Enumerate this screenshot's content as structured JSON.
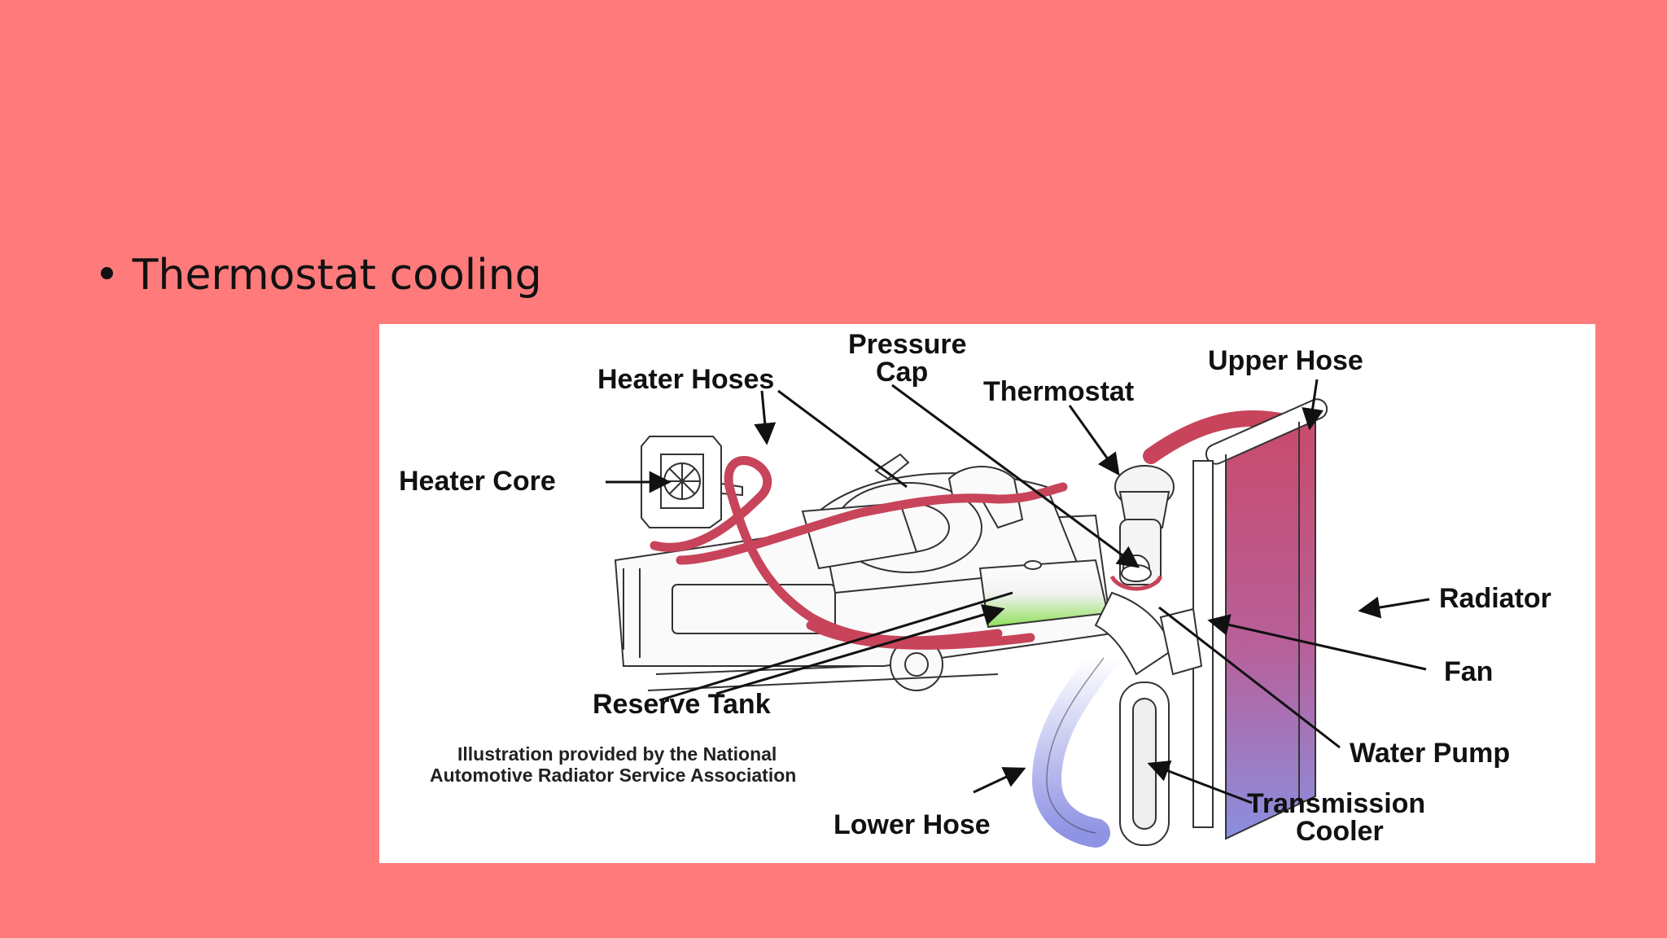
{
  "slide": {
    "bullet": "Thermostat cooling"
  },
  "diagram": {
    "labels": {
      "heater_hoses": "Heater Hoses",
      "pressure_cap_1": "Pressure",
      "pressure_cap_2": "Cap",
      "thermostat": "Thermostat",
      "upper_hose": "Upper Hose",
      "heater_core": "Heater Core",
      "radiator": "Radiator",
      "fan": "Fan",
      "water_pump": "Water Pump",
      "reserve_tank": "Reserve Tank",
      "transmission_cooler_1": "Transmission",
      "transmission_cooler_2": "Cooler",
      "lower_hose": "Lower Hose"
    },
    "credit": {
      "line1": "Illustration provided by the National",
      "line2": "Automotive Radiator Service Association"
    }
  },
  "colors": {
    "background": "#ff7b7b",
    "hose": "#c8445a",
    "radiator_top": "#c94a6a",
    "radiator_bottom": "#8a8fe0",
    "reserve_fluid": "#8fe05a"
  }
}
